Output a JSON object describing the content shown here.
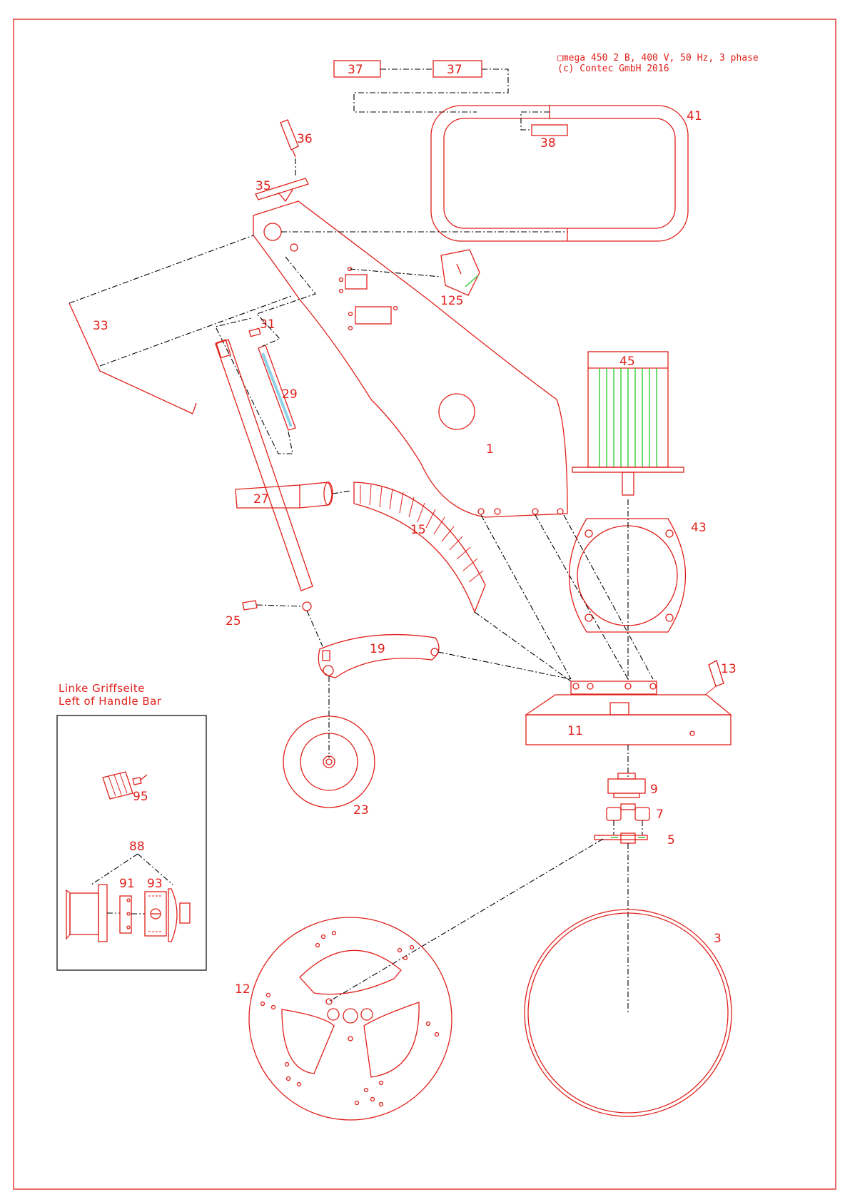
{
  "header": {
    "line1": "□mega 450 2 B, 400 V, 50 Hz, 3 phase",
    "line2": "(c) Contec GmbH 2016"
  },
  "inset": {
    "caption_de": "Linke Griffseite",
    "caption_en": "Left of Handle Bar"
  },
  "parts": {
    "p1": "1",
    "p3": "3",
    "p5": "5",
    "p7": "7",
    "p9": "9",
    "p11": "11",
    "p12": "12",
    "p13": "13",
    "p15": "15",
    "p19": "19",
    "p23": "23",
    "p25": "25",
    "p27": "27",
    "p29": "29",
    "p31": "31",
    "p33": "33",
    "p35": "35",
    "p36": "36",
    "p37a": "37",
    "p37b": "37",
    "p38": "38",
    "p41": "41",
    "p43": "43",
    "p45": "45",
    "p88": "88",
    "p91": "91",
    "p93": "93",
    "p95": "95",
    "p125": "125"
  },
  "colors": {
    "drawing": "#e0201a",
    "leader": "#000000",
    "accent": "#33cc33",
    "tube": "#8fd3e8"
  }
}
